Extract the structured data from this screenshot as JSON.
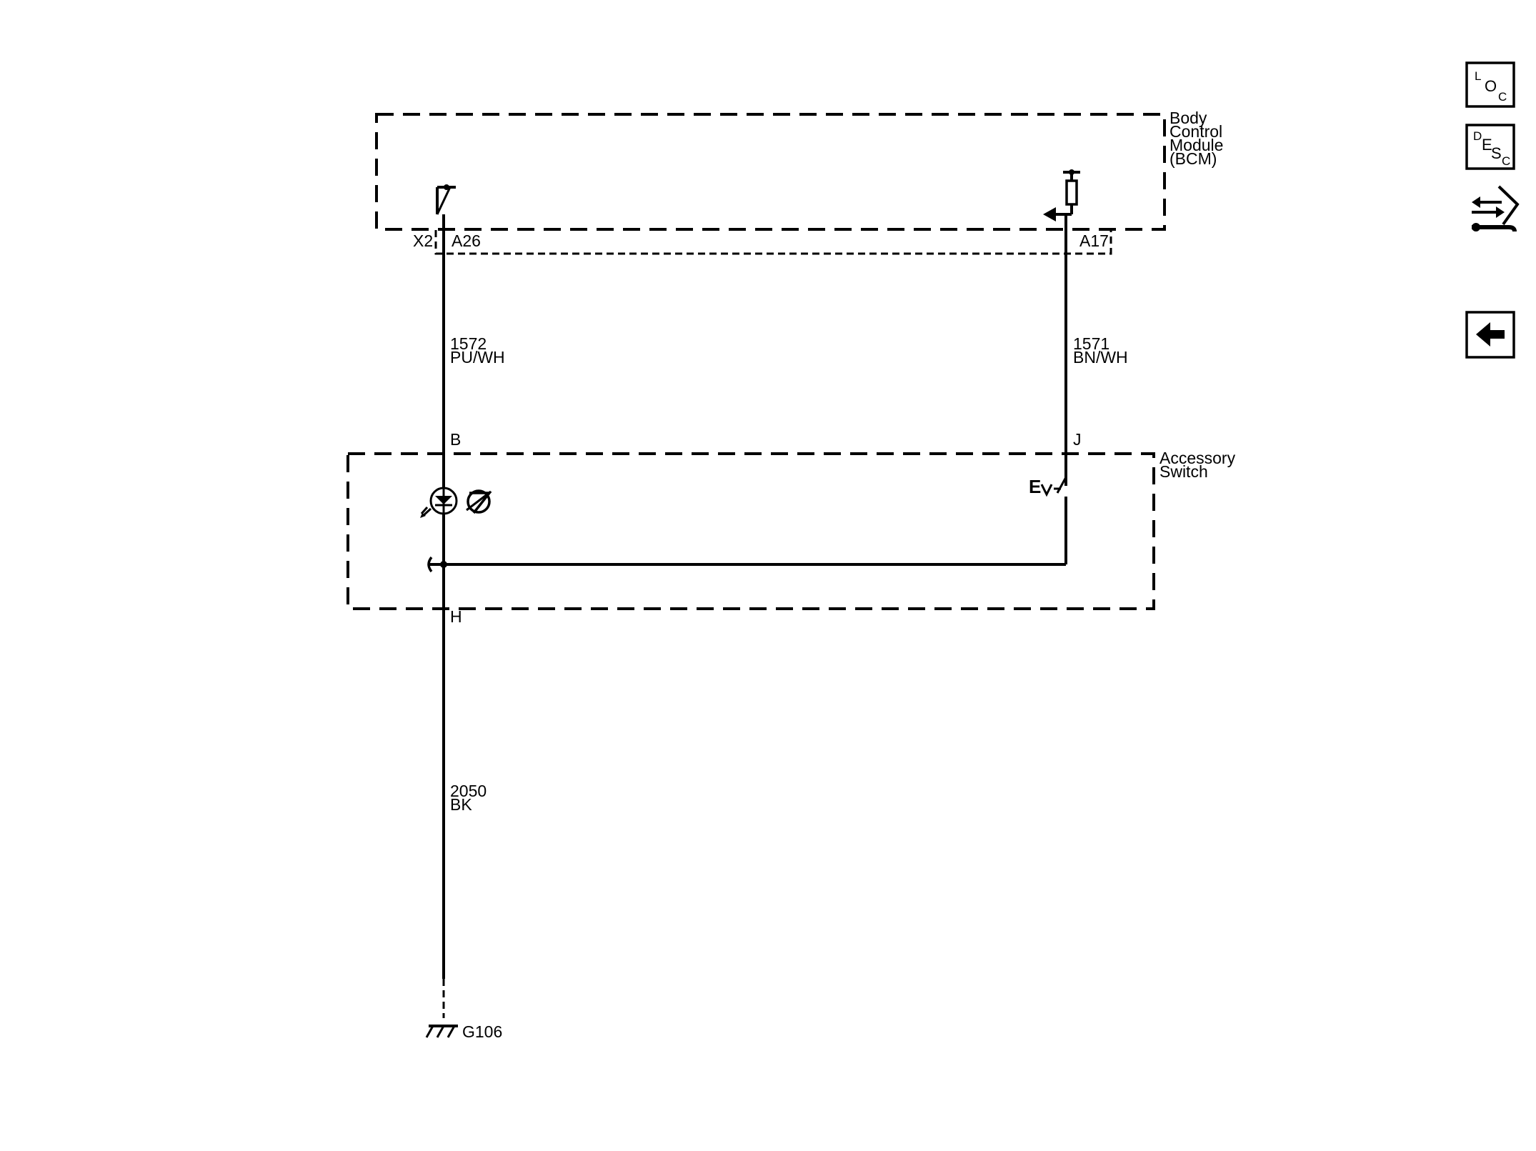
{
  "modules": {
    "bcm": {
      "label_lines": [
        "Body",
        "Control",
        "Module",
        "(BCM)"
      ]
    },
    "accessory_switch": {
      "label_lines": [
        "Accessory",
        "Switch"
      ]
    }
  },
  "connectors": {
    "x2": "X2",
    "a26": "A26",
    "a17": "A17",
    "b": "B",
    "j": "J",
    "h": "H"
  },
  "wires": {
    "w1572": {
      "circuit": "1572",
      "color": "PU/WH"
    },
    "w1571": {
      "circuit": "1571",
      "color": "BN/WH"
    },
    "w2050": {
      "circuit": "2050",
      "color": "BK"
    }
  },
  "ground": {
    "label": "G106"
  },
  "nav": {
    "loc": {
      "big": "O",
      "tl": "L",
      "br": "C",
      "icon": "loc-icon"
    },
    "desc": {
      "big": "E",
      "tl": "D",
      "mid": "S",
      "br": "C",
      "icon": "desc-icon"
    },
    "connector_icon": "connector-swap-icon",
    "back_icon": "back-arrow-icon"
  }
}
